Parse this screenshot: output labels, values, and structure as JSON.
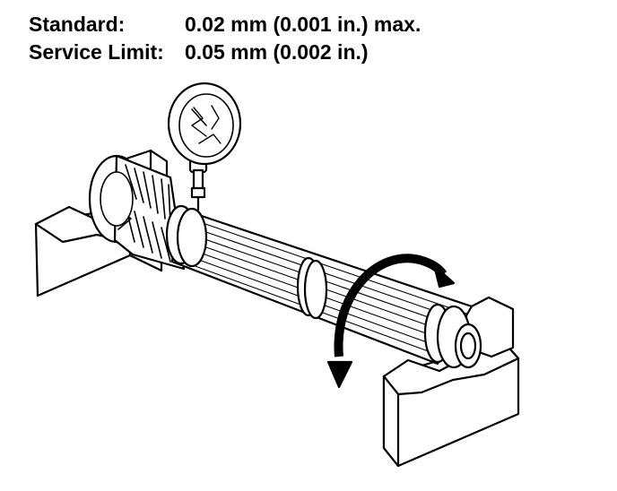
{
  "specs": {
    "standard": {
      "label": "Standard:",
      "value": "0.02 mm (0.001 in.) max."
    },
    "service_limit": {
      "label": "Service Limit:",
      "value": "0.05 mm (0.002 in.)"
    }
  },
  "colors": {
    "ink": "#000000",
    "paper": "#ffffff"
  },
  "icons": [
    "dial-indicator-icon",
    "v-block-icon",
    "rotation-arrow-icon",
    "shaft-icon",
    "pinion-gear-icon"
  ]
}
